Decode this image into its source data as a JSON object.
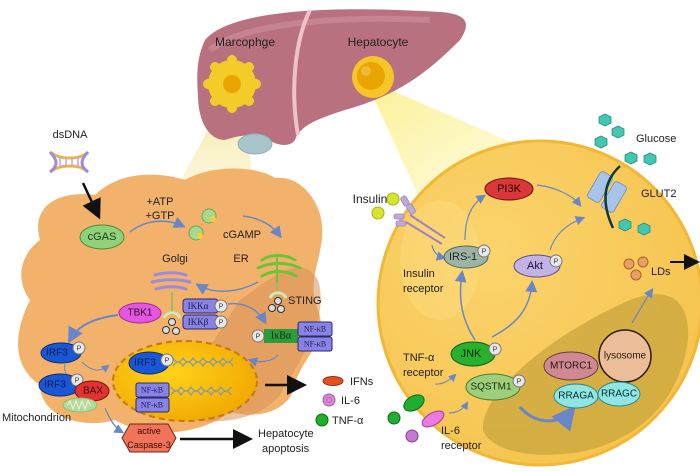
{
  "organ": {
    "macrophage_label": "Marcophge",
    "hepatocyte_label": "Hepatocyte"
  },
  "macrophage_panel": {
    "dsdna_label": "dsDNA",
    "atp_label": "+ATP",
    "gtp_label": "+GTP",
    "cgas_label": "cGAS",
    "cgamp_label": "cGAMP",
    "golgi_label": "Golgi",
    "er_label": "ER",
    "sting_label": "STING",
    "tbk1_label": "TBK1",
    "ikka_label": "IKKα",
    "ikkb_label": "IKKβ",
    "ikba_label": "IκBα",
    "nfkb_label": "NF-κB",
    "irf3_label": "IRF3",
    "bax_label": "BAX",
    "p_label": "P",
    "mitochondrion_label": "Mitochondrion",
    "caspase_line1": "active",
    "caspase_line2": "Caspase-3",
    "apoptosis_line1": "Hepatocyte",
    "apoptosis_line2": "apoptosis"
  },
  "legend": {
    "items": [
      {
        "label": "IFNs",
        "color": "#e0521e",
        "shape": "ellipse"
      },
      {
        "label": "IL-6",
        "color": "#d68ad6",
        "shape": "circle"
      },
      {
        "label": "TNF-α",
        "color": "#1fae2f",
        "shape": "circle"
      }
    ]
  },
  "hepatocyte_panel": {
    "insulin_label": "Insulin",
    "insulin_receptor_line1": "Insulin",
    "insulin_receptor_line2": "receptor",
    "irs1_label": "IRS-1",
    "pi3k_label": "PI3K",
    "akt_label": "Akt",
    "glucose_label": "Glucose",
    "glut2_label": "GLUT2",
    "lds_label": "LDs",
    "tnf_receptor_line1": "TNF-α",
    "tnf_receptor_line2": "receptor",
    "il6_receptor_line1": "IL-6",
    "il6_receptor_line2": "receptor",
    "jnk_label": "JNK",
    "sqstm1_label": "SQSTM1",
    "mtorc1_label": "MTORC1",
    "lysosome_label": "lysosome",
    "rraga_label": "RRAGA",
    "rragc_label": "RRAGC",
    "p_label": "P"
  },
  "colors": {
    "liver": "#b9717f",
    "macrophage_cell": "#f2b26b",
    "hepatocyte_cell": "#f7c95a",
    "nucleus": "#f4b400",
    "nfkb_box": "#8a83e6",
    "ikb_green": "#2e9b3a",
    "irf3_blue": "#1a57d6",
    "bax_red": "#e23232",
    "tbk1_magenta": "#e456e0",
    "cgas_green": "#8fd27a",
    "pi3k_red": "#d9373a",
    "irs1_gray": "#9fb3a5",
    "akt_purple": "#c3b2e6",
    "jnk_green": "#27b12c",
    "sqstm1_green": "#9ed07c",
    "mtorc1_pink": "#cf8993",
    "lysosome": "#ebbd98",
    "rrag_cyan": "#8fe6e3",
    "glucose_teal": "#41c8b2",
    "arrow_blue": "#6a86c9"
  }
}
